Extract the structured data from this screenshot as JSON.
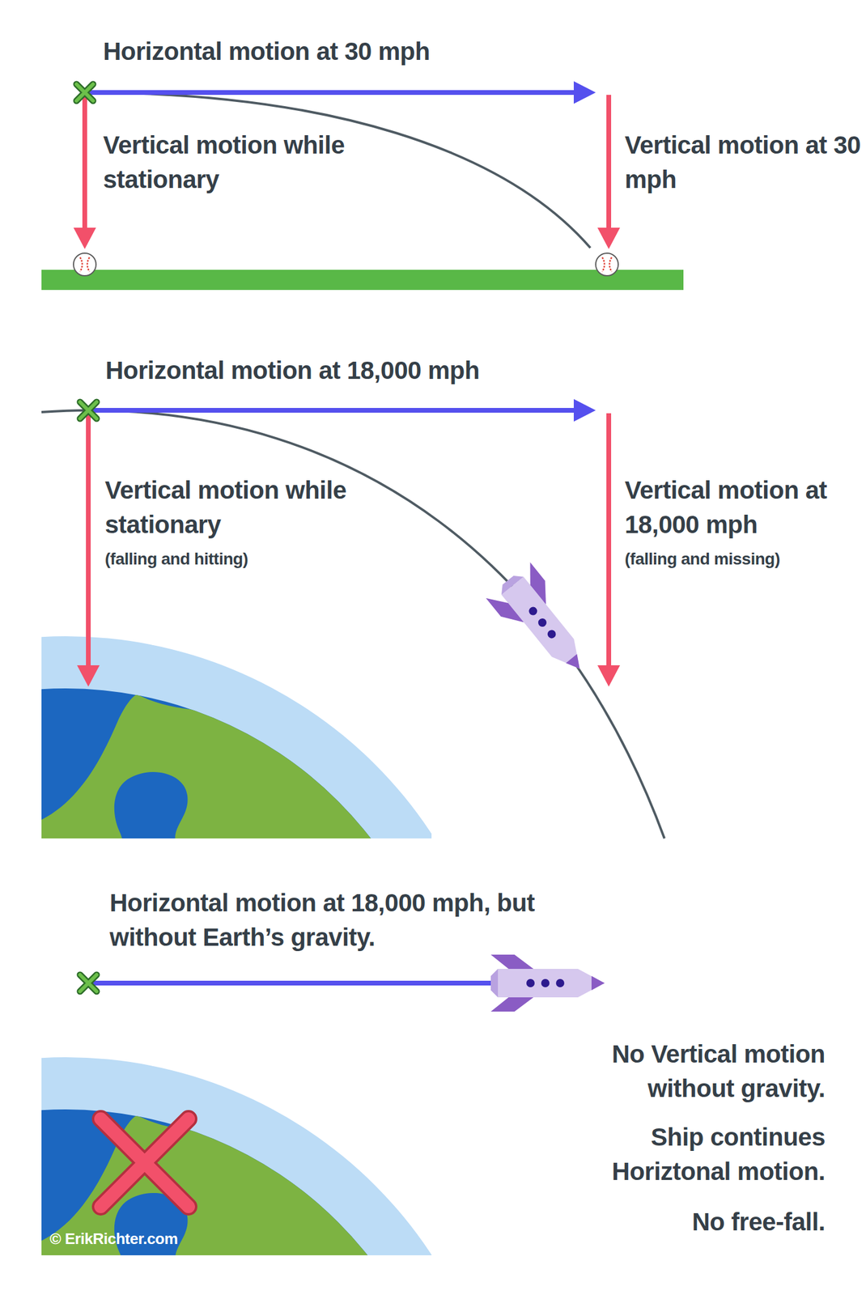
{
  "diagram": {
    "labels": [
      "Horizontal motion at 30 mph",
      "Vertical motion while stationary",
      "Vertical motion at 30 mph",
      "Horizontal motion at 18,000 mph",
      "Vertical motion while stationary",
      "(falling and hitting)",
      "Vertical motion at 18,000 mph",
      "(falling and missing)",
      "Horizontal motion at 18,000 mph, but without Earth’s gravity.",
      "No Vertical motion without gravity.",
      "Ship continues Horiztonal motion.",
      "No free-fall.",
      "© ErikRichter.com"
    ]
  }
}
